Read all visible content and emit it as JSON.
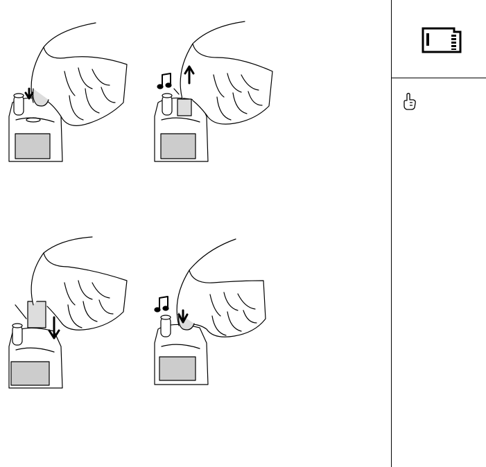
{
  "document": {
    "illustrations": [
      {
        "name": "press-card-in"
      },
      {
        "name": "card-ejects-with-sound"
      },
      {
        "name": "insert-card"
      },
      {
        "name": "push-card-click-sound"
      }
    ],
    "sidebar": {
      "card_icon": "sd-card-icon",
      "tip_icon": "tip-hand-icon"
    }
  }
}
